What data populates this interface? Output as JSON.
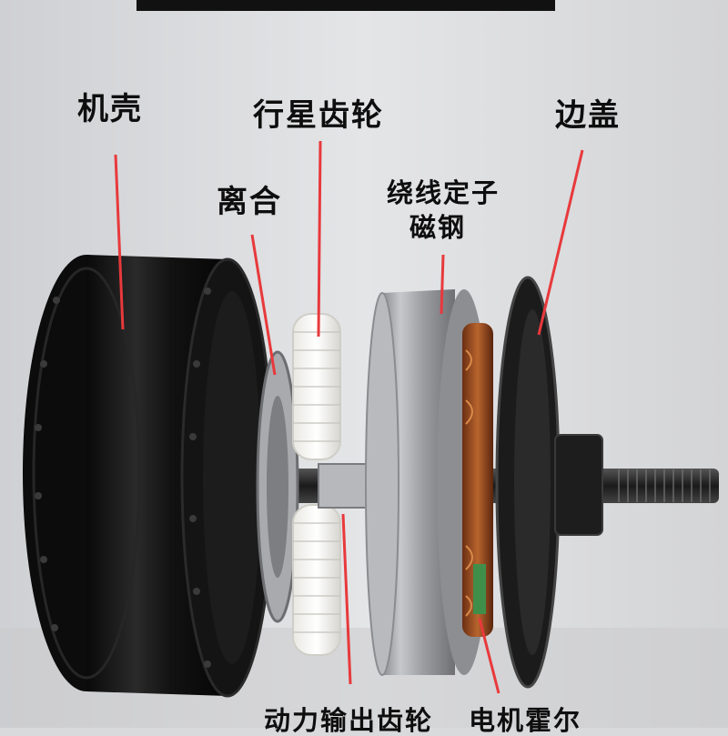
{
  "labels": {
    "housing": "机壳",
    "planetary_gear": "行星齿轮",
    "end_cover": "边盖",
    "clutch": "离合",
    "stator_line1": "绕线定子",
    "stator_line2": "磁钢",
    "output_gear": "动力输出齿轮",
    "hall_sensor": "电机霍尔"
  },
  "colors": {
    "callout_line": "#e8393c",
    "label_text": "#0e0e0e",
    "background": "#d9dadc"
  }
}
